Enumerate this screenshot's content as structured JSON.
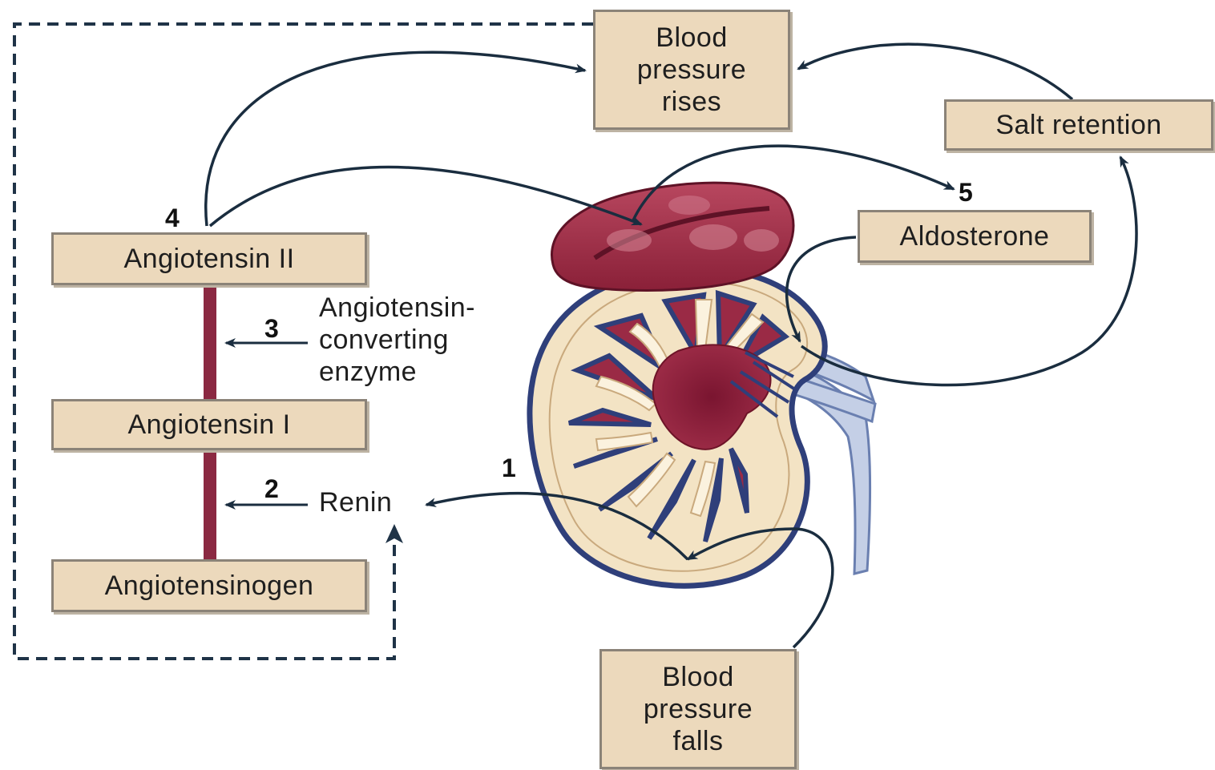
{
  "boxes": {
    "bp_rises": [
      "Blood",
      "pressure",
      "rises"
    ],
    "salt_retention": "Salt retention",
    "aldosterone": "Aldosterone",
    "angiotensin_ii": "Angiotensin II",
    "angiotensin_i": "Angiotensin I",
    "angiotensinogen": "Angiotensinogen",
    "bp_falls": [
      "Blood",
      "pressure",
      "falls"
    ]
  },
  "labels": {
    "ace": [
      "Angiotensin-",
      "converting",
      "enzyme"
    ],
    "renin": "Renin"
  },
  "steps": [
    "1",
    "2",
    "3",
    "4",
    "5"
  ],
  "colors": {
    "box_fill": "#ecd9bc",
    "box_border": "#8b8378",
    "pathway_bar": "#8b2942",
    "kidney_tissue": "#f3e3c4",
    "kidney_pyramid": "#8f1f3a",
    "kidney_outline": "#2f3f7a",
    "adrenal": "#9b2c45",
    "ureter": "#c4cfe6",
    "arrow": "#1a2d3f"
  }
}
